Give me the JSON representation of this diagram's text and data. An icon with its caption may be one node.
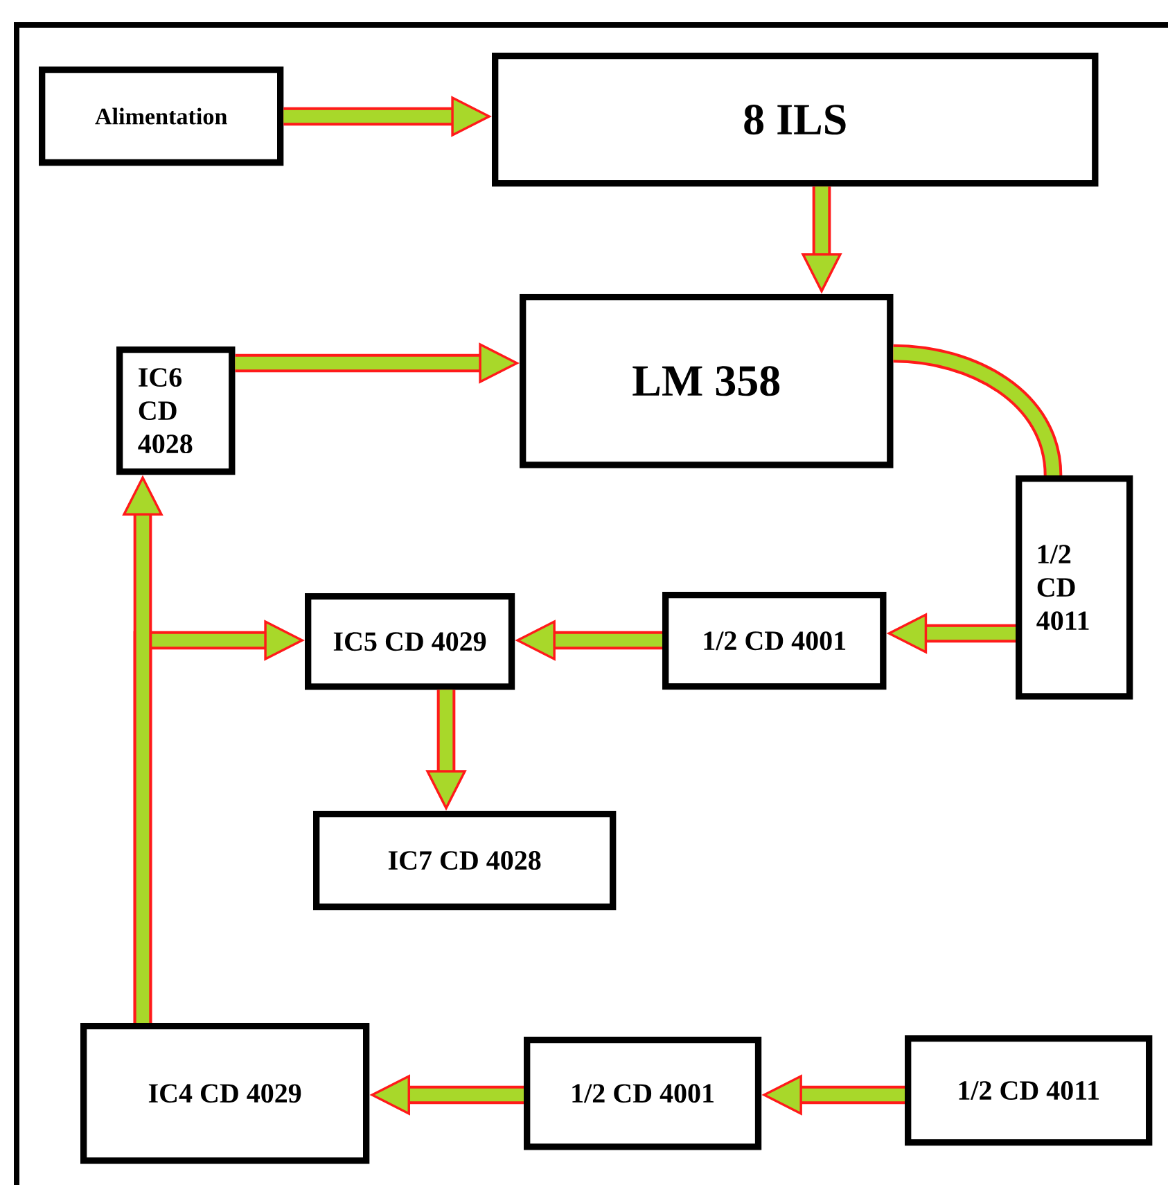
{
  "diagram": {
    "nodes": [
      {
        "text": [
          "Alimentation"
        ]
      },
      {
        "text": [
          "8 ILS"
        ]
      },
      {
        "text": [
          "IC6 CD 4028"
        ]
      },
      {
        "text": [
          "LM 358"
        ]
      },
      {
        "text": [
          "1/2 CD 4011"
        ]
      },
      {
        "text": [
          "IC5 CD 4029"
        ]
      },
      {
        "text": [
          "1/2 CD 4001"
        ]
      },
      {
        "text": [
          "IC7 CD 4028"
        ]
      },
      {
        "text": [
          "IC4 CD 4029"
        ]
      },
      {
        "text": [
          "1/2 CD 4001"
        ]
      },
      {
        "text": [
          "1/2 CD 4011"
        ]
      }
    ],
    "edges": [
      {
        "from": 0,
        "to": 1,
        "arrow": "to"
      },
      {
        "from": 1,
        "to": 3,
        "arrow": "to"
      },
      {
        "from": 2,
        "to": 3,
        "arrow": "to"
      },
      {
        "from": 3,
        "to": 4,
        "arrow": "none"
      },
      {
        "from": 4,
        "to": 6,
        "arrow": "to"
      },
      {
        "from": 6,
        "to": 5,
        "arrow": "to"
      },
      {
        "from": 5,
        "to": 7,
        "arrow": "to"
      },
      {
        "from": 8,
        "to": 5,
        "arrow": "to"
      },
      {
        "from": 8,
        "to": 2,
        "arrow": "to"
      },
      {
        "from": 10,
        "to": 9,
        "arrow": "to"
      },
      {
        "from": 9,
        "to": 8,
        "arrow": "to"
      }
    ]
  }
}
